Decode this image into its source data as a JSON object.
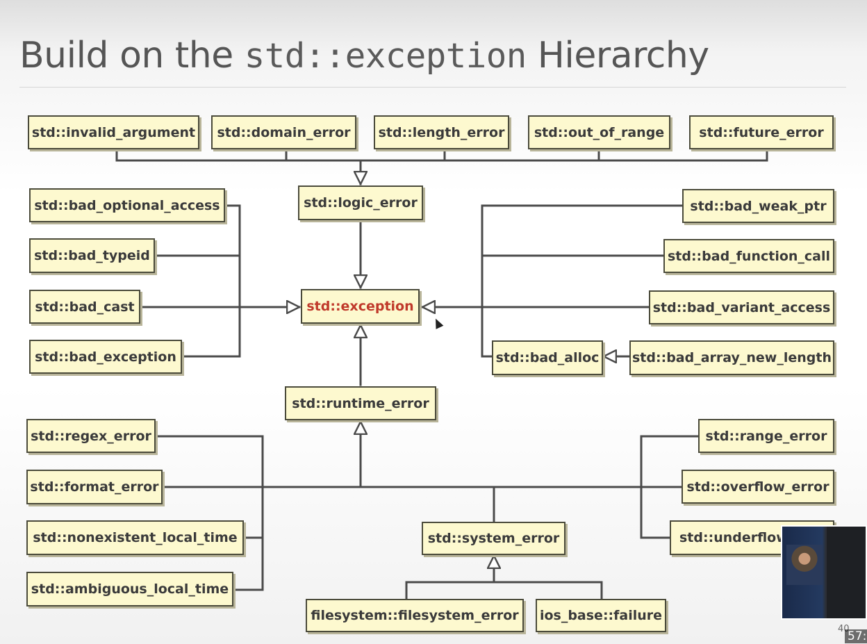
{
  "slide": {
    "title_pre": "Build on the ",
    "title_code": "std::exception",
    "title_post": " Hierarchy",
    "slide_number": "40",
    "timecode": "57:"
  },
  "colors": {
    "box_fill": "#fdf9cf",
    "box_border": "#4a4a3a",
    "root_text": "#c0392b",
    "line": "#4a4a4a"
  },
  "nodes": {
    "invalid_argument": "std::invalid_argument",
    "domain_error": "std::domain_error",
    "length_error": "std::length_error",
    "out_of_range": "std::out_of_range",
    "future_error": "std::future_error",
    "logic_error": "std::logic_error",
    "bad_optional_access": "std::bad_optional_access",
    "bad_typeid": "std::bad_typeid",
    "bad_cast": "std::bad_cast",
    "bad_exception": "std::bad_exception",
    "exception": "std::exception",
    "bad_weak_ptr": "std::bad_weak_ptr",
    "bad_function_call": "std::bad_function_call",
    "bad_variant_access": "std::bad_variant_access",
    "bad_alloc": "std::bad_alloc",
    "bad_array_new_length": "std::bad_array_new_length",
    "runtime_error": "std::runtime_error",
    "regex_error": "std::regex_error",
    "format_error": "std::format_error",
    "nonexistent_local_time": "std::nonexistent_local_time",
    "ambiguous_local_time": "std::ambiguous_local_time",
    "range_error": "std::range_error",
    "overflow_error": "std::overflow_error",
    "underflow_error": "std::underflow",
    "system_error": "std::system_error",
    "filesystem_error": "filesystem::filesystem_error",
    "ios_base_failure": "ios_base::failure"
  },
  "edges": [
    [
      "invalid_argument",
      "logic_error"
    ],
    [
      "domain_error",
      "logic_error"
    ],
    [
      "length_error",
      "logic_error"
    ],
    [
      "out_of_range",
      "logic_error"
    ],
    [
      "future_error",
      "logic_error"
    ],
    [
      "logic_error",
      "exception"
    ],
    [
      "bad_optional_access",
      "exception"
    ],
    [
      "bad_typeid",
      "exception"
    ],
    [
      "bad_cast",
      "exception"
    ],
    [
      "bad_exception",
      "exception"
    ],
    [
      "bad_weak_ptr",
      "exception"
    ],
    [
      "bad_function_call",
      "exception"
    ],
    [
      "bad_variant_access",
      "exception"
    ],
    [
      "bad_alloc",
      "exception"
    ],
    [
      "bad_array_new_length",
      "bad_alloc"
    ],
    [
      "runtime_error",
      "exception"
    ],
    [
      "regex_error",
      "runtime_error"
    ],
    [
      "format_error",
      "runtime_error"
    ],
    [
      "nonexistent_local_time",
      "runtime_error"
    ],
    [
      "ambiguous_local_time",
      "runtime_error"
    ],
    [
      "range_error",
      "runtime_error"
    ],
    [
      "overflow_error",
      "runtime_error"
    ],
    [
      "underflow_error",
      "runtime_error"
    ],
    [
      "system_error",
      "runtime_error"
    ],
    [
      "filesystem_error",
      "system_error"
    ],
    [
      "ios_base_failure",
      "system_error"
    ]
  ]
}
